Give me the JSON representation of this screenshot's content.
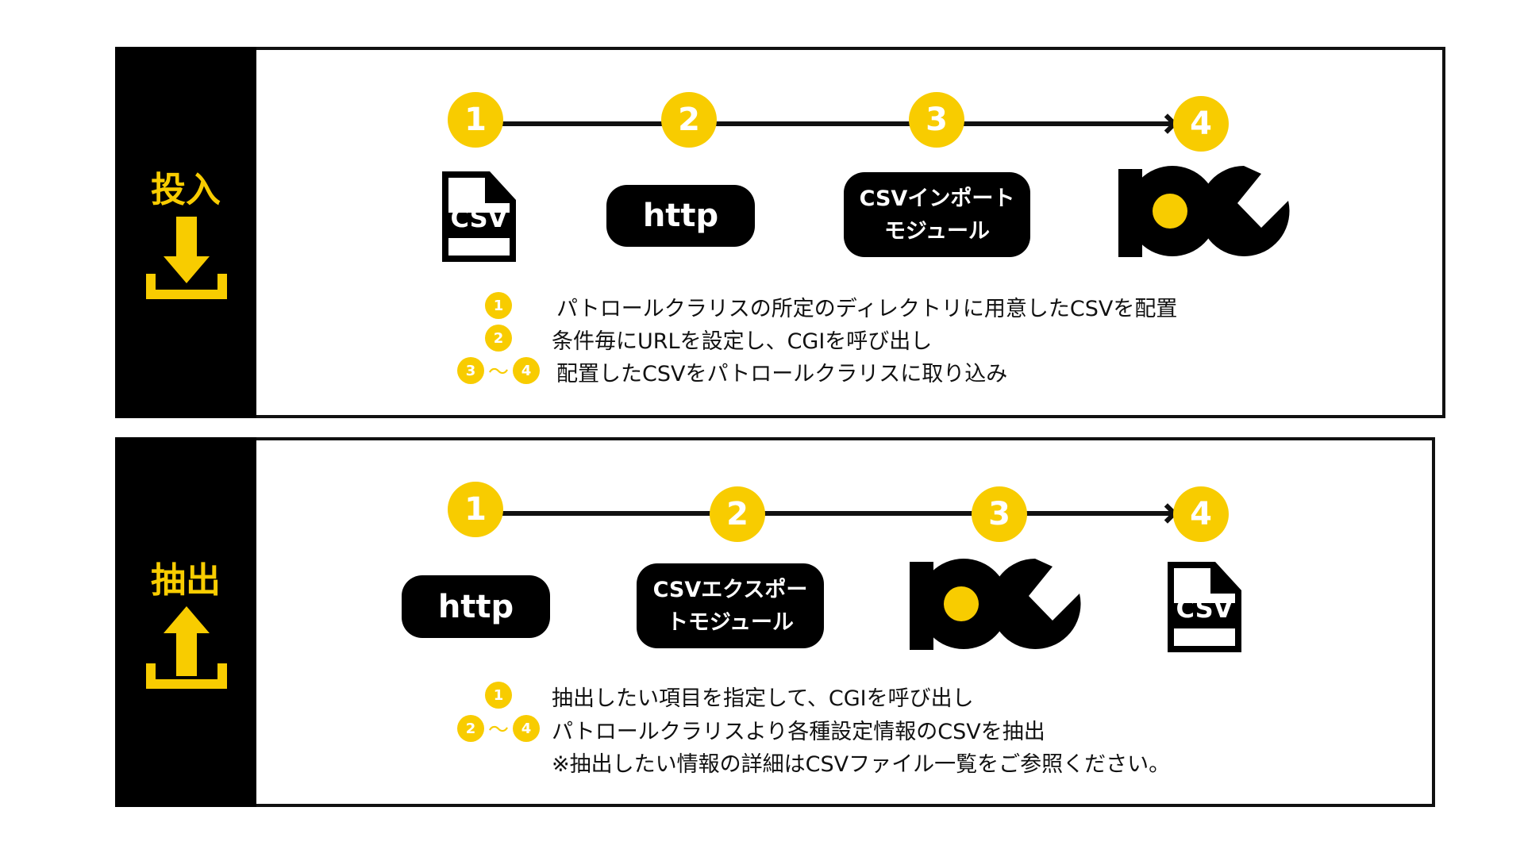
{
  "import_section": {
    "label": "投入",
    "steps": [
      "1",
      "2",
      "3",
      "4"
    ],
    "file_label": "CSV",
    "http_label": "http",
    "module_label_line1": "CSVインポート",
    "module_label_line2": "モジュール",
    "notes": [
      {
        "badge": "1",
        "text": "パトロールクラリスの所定のディレクトリに用意したCSVを配置"
      },
      {
        "badge": "2",
        "text": "条件毎にURLを設定し、CGIを呼び出し"
      },
      {
        "badge_from": "3",
        "tilde": "～",
        "badge_to": "4",
        "text": "配置したCSVをパトロールクラリスに取り込み"
      }
    ]
  },
  "export_section": {
    "label": "抽出",
    "steps": [
      "1",
      "2",
      "3",
      "4"
    ],
    "http_label": "http",
    "module_label_line1": "CSVエクスポー",
    "module_label_line2": "トモジュール",
    "file_label": "CSV",
    "notes": [
      {
        "badge": "1",
        "text": "抽出したい項目を指定して、CGIを呼び出し"
      },
      {
        "badge_from": "2",
        "tilde": "～",
        "badge_to": "4",
        "text": "パトロールクラリスより各種設定情報のCSVを抽出"
      },
      {
        "text": "※抽出したい情報の詳細はCSVファイル一覧をご参照ください。"
      }
    ]
  },
  "colors": {
    "accent": "#f8cc00",
    "dark": "#000000"
  }
}
